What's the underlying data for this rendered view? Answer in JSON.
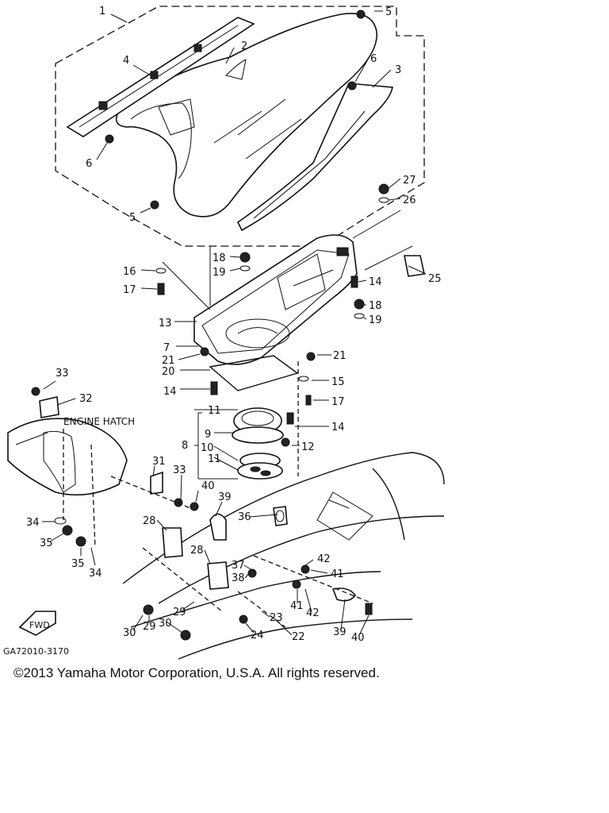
{
  "labels": {
    "engine_hatch": "ENGINE HATCH",
    "fwd": "FWD",
    "diagram_code": "GA72010-3170"
  },
  "callouts": [
    {
      "id": "c1",
      "n": "1"
    },
    {
      "id": "c2",
      "n": "2"
    },
    {
      "id": "c3",
      "n": "3"
    },
    {
      "id": "c4",
      "n": "4"
    },
    {
      "id": "c5a",
      "n": "5"
    },
    {
      "id": "c5b",
      "n": "5"
    },
    {
      "id": "c6a",
      "n": "6"
    },
    {
      "id": "c6b",
      "n": "6"
    },
    {
      "id": "c7",
      "n": "7"
    },
    {
      "id": "c8",
      "n": "8"
    },
    {
      "id": "c9",
      "n": "9"
    },
    {
      "id": "c10",
      "n": "10"
    },
    {
      "id": "c11a",
      "n": "11"
    },
    {
      "id": "c11b",
      "n": "11"
    },
    {
      "id": "c12",
      "n": "12"
    },
    {
      "id": "c13",
      "n": "13"
    },
    {
      "id": "c14a",
      "n": "14"
    },
    {
      "id": "c14b",
      "n": "14"
    },
    {
      "id": "c14c",
      "n": "14"
    },
    {
      "id": "c15",
      "n": "15"
    },
    {
      "id": "c16",
      "n": "16"
    },
    {
      "id": "c17a",
      "n": "17"
    },
    {
      "id": "c17b",
      "n": "17"
    },
    {
      "id": "c18a",
      "n": "18"
    },
    {
      "id": "c18b",
      "n": "18"
    },
    {
      "id": "c19a",
      "n": "19"
    },
    {
      "id": "c19b",
      "n": "19"
    },
    {
      "id": "c20",
      "n": "20"
    },
    {
      "id": "c21a",
      "n": "21"
    },
    {
      "id": "c21b",
      "n": "21"
    },
    {
      "id": "c22",
      "n": "22"
    },
    {
      "id": "c23",
      "n": "23"
    },
    {
      "id": "c24",
      "n": "24"
    },
    {
      "id": "c25",
      "n": "25"
    },
    {
      "id": "c26",
      "n": "26"
    },
    {
      "id": "c27",
      "n": "27"
    },
    {
      "id": "c28a",
      "n": "28"
    },
    {
      "id": "c28b",
      "n": "28"
    },
    {
      "id": "c29a",
      "n": "29"
    },
    {
      "id": "c29b",
      "n": "29"
    },
    {
      "id": "c30a",
      "n": "30"
    },
    {
      "id": "c30b",
      "n": "30"
    },
    {
      "id": "c31",
      "n": "31"
    },
    {
      "id": "c32",
      "n": "32"
    },
    {
      "id": "c33a",
      "n": "33"
    },
    {
      "id": "c33b",
      "n": "33"
    },
    {
      "id": "c34a",
      "n": "34"
    },
    {
      "id": "c34b",
      "n": "34"
    },
    {
      "id": "c35a",
      "n": "35"
    },
    {
      "id": "c35b",
      "n": "35"
    },
    {
      "id": "c36",
      "n": "36"
    },
    {
      "id": "c37",
      "n": "37"
    },
    {
      "id": "c38",
      "n": "38"
    },
    {
      "id": "c39a",
      "n": "39"
    },
    {
      "id": "c39b",
      "n": "39"
    },
    {
      "id": "c40a",
      "n": "40"
    },
    {
      "id": "c40b",
      "n": "40"
    },
    {
      "id": "c41a",
      "n": "41"
    },
    {
      "id": "c41b",
      "n": "41"
    },
    {
      "id": "c42a",
      "n": "42"
    },
    {
      "id": "c42b",
      "n": "42"
    }
  ],
  "copyright": "©2013 Yamaha Motor Corporation, U.S.A. All rights reserved."
}
